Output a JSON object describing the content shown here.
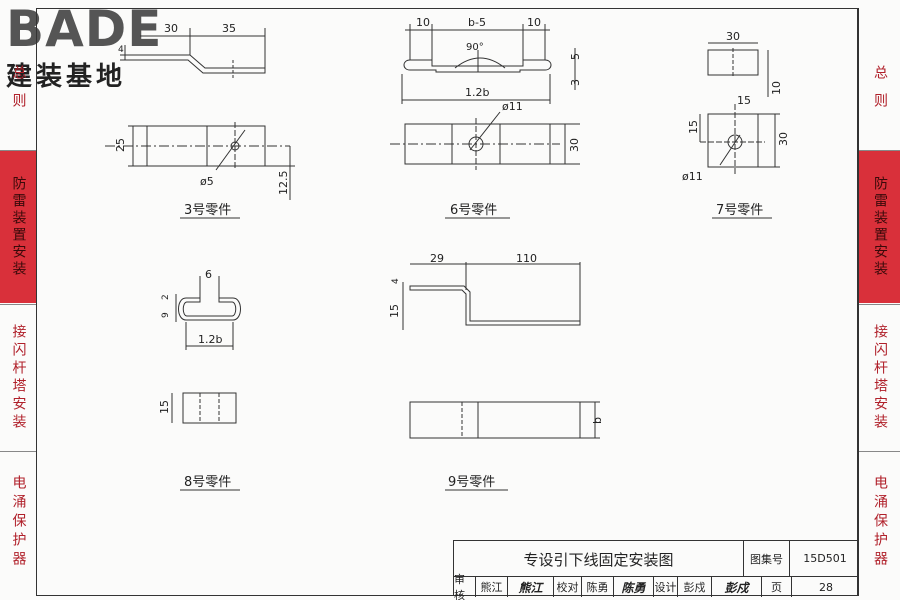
{
  "logo": {
    "word": "BADE",
    "cn": "建装基地"
  },
  "tabs_left": [
    {
      "label": "总则",
      "active": false
    },
    {
      "label": "防雷装置安装",
      "active": true
    },
    {
      "label": "接闪杆塔安装",
      "active": false
    },
    {
      "label": "电涌保护器",
      "active": false
    }
  ],
  "tabs_right": [
    {
      "label": "总则",
      "active": false
    },
    {
      "label": "防雷装置安装",
      "active": true
    },
    {
      "label": "接闪杆塔安装",
      "active": false
    },
    {
      "label": "电涌保护器",
      "active": false
    }
  ],
  "parts": {
    "p3": {
      "caption": "3号零件",
      "dims": [
        "30",
        "35",
        "4",
        "25",
        "ø5",
        "12.5"
      ]
    },
    "p6": {
      "caption": "6号零件",
      "dims": [
        "10",
        "b-5",
        "10",
        "90°",
        "5",
        "3",
        "1.2b",
        "ø11",
        "30"
      ]
    },
    "p7": {
      "caption": "7号零件",
      "dims": [
        "30",
        "10",
        "15",
        "15",
        "30",
        "ø11"
      ]
    },
    "p8": {
      "caption": "8号零件",
      "dims": [
        "6",
        "2",
        "9",
        "1.2b",
        "15"
      ]
    },
    "p9": {
      "caption": "9号零件",
      "dims": [
        "29",
        "110",
        "4",
        "15",
        "b"
      ]
    }
  },
  "titleblock": {
    "title": "专设引下线固定安装图",
    "atlas_label": "图集号",
    "atlas_no": "15D501",
    "review_label": "审核",
    "reviewer": "熊江",
    "reviewer_sig": "熊江",
    "check_label": "校对",
    "checker": "陈勇",
    "checker_sig": "陈勇",
    "design_label": "设计",
    "designer": "彭戍",
    "designer_sig": "彭戍",
    "page_label": "页",
    "page_no": "28"
  },
  "colors": {
    "accent": "#d9303a",
    "tab_text": "#b0202a",
    "line": "#333333"
  }
}
